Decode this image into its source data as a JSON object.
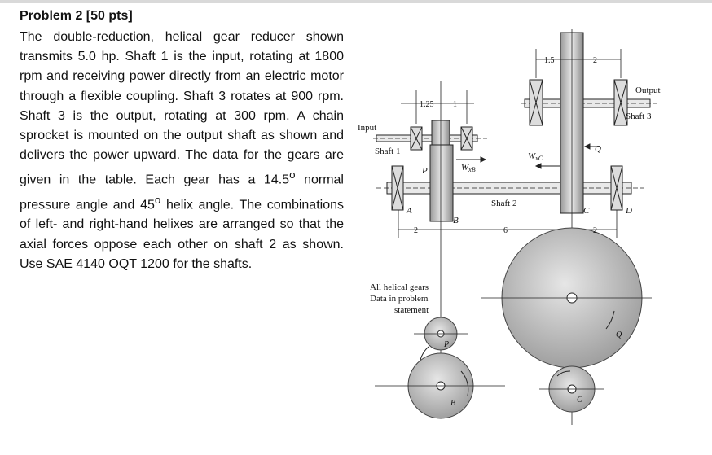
{
  "problem": {
    "title": "Problem 2 [50 pts]",
    "statement_runs": [
      {
        "text": "The double-reduction, helical gear reducer shown transmits 5.0 hp. Shaft 1 is the input, rotating at 1800 rpm and receiving power directly from an electric motor through a flexible coupling. Shaft 3 rotates at 900 rpm. Shaft 3 is the output, rotating at 300 rpm. A chain sprocket is mounted on the output shaft as shown and delivers the power upward. The data for the gears are given in the table. Each gear has a 14.5"
      },
      {
        "text": "o",
        "sup": true
      },
      {
        "text": " normal pressure angle and 45"
      },
      {
        "text": "o",
        "sup": true
      },
      {
        "text": " helix angle. The combinations of left- and right-hand helixes are arranged so that the axial forces oppose each other on shaft 2 as shown. Use SAE 4140 OQT 1200 for the shafts."
      }
    ]
  },
  "figure": {
    "labels": {
      "input": "Input",
      "shaft1": "Shaft 1",
      "shaft2": "Shaft 2",
      "shaft3": "Shaft 3",
      "output": "Output",
      "P": "P",
      "Q": "Q",
      "A": "A",
      "B": "B",
      "C": "C",
      "D": "D",
      "WxB": "W",
      "WxB_sub": "xB",
      "WxC": "W",
      "WxC_sub": "xC",
      "helical_note": [
        "All helical gears",
        "Data in problem",
        "statement"
      ]
    },
    "dimensions": {
      "d1": "1.25",
      "d2": "1",
      "d3": "1.5",
      "d4": "2",
      "d5": "2",
      "d6": "6",
      "d7": "2"
    }
  }
}
